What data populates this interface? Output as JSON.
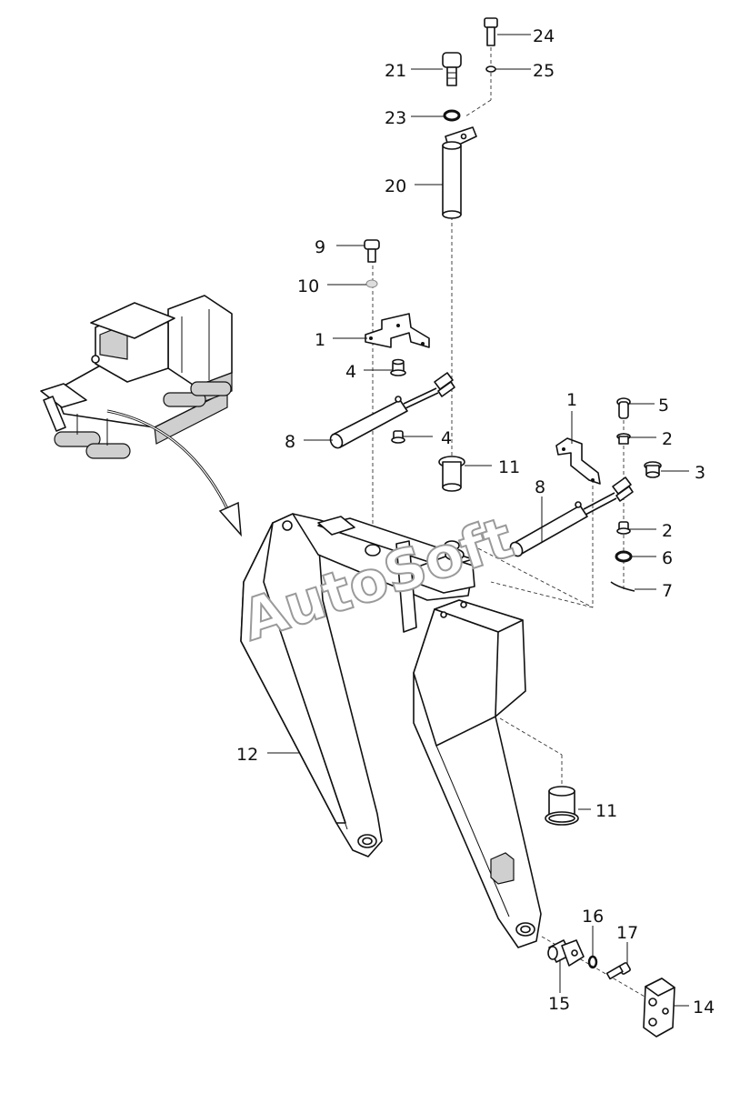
{
  "watermark": "AutoSoft",
  "callouts": [
    {
      "id": "24",
      "text": "24"
    },
    {
      "id": "21",
      "text": "21"
    },
    {
      "id": "25",
      "text": "25"
    },
    {
      "id": "23",
      "text": "23"
    },
    {
      "id": "20",
      "text": "20"
    },
    {
      "id": "9",
      "text": "9"
    },
    {
      "id": "10",
      "text": "10"
    },
    {
      "id": "1a",
      "text": "1"
    },
    {
      "id": "4a",
      "text": "4"
    },
    {
      "id": "1b",
      "text": "1"
    },
    {
      "id": "5",
      "text": "5"
    },
    {
      "id": "8a",
      "text": "8"
    },
    {
      "id": "4b",
      "text": "4"
    },
    {
      "id": "2a",
      "text": "2"
    },
    {
      "id": "11a",
      "text": "11"
    },
    {
      "id": "3",
      "text": "3"
    },
    {
      "id": "8b",
      "text": "8"
    },
    {
      "id": "2b",
      "text": "2"
    },
    {
      "id": "6",
      "text": "6"
    },
    {
      "id": "7",
      "text": "7"
    },
    {
      "id": "12",
      "text": "12"
    },
    {
      "id": "11b",
      "text": "11"
    },
    {
      "id": "16",
      "text": "16"
    },
    {
      "id": "17",
      "text": "17"
    },
    {
      "id": "14",
      "text": "14"
    },
    {
      "id": "15",
      "text": "15"
    }
  ]
}
